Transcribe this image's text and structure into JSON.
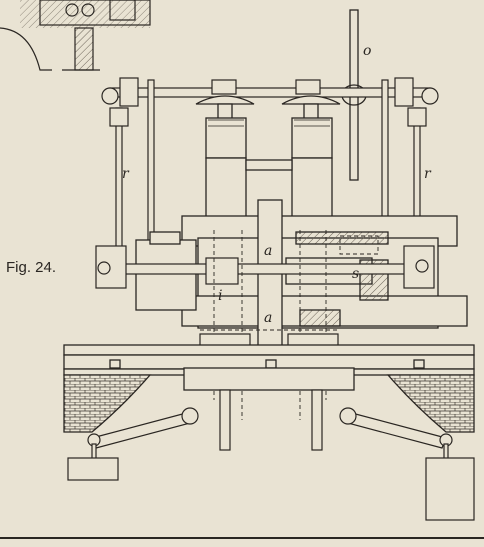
{
  "figure": {
    "caption": "Fig. 24."
  },
  "part_labels": {
    "o": "o",
    "r_left": "r",
    "r_right": "r",
    "a_upper": "a",
    "a_lower": "a",
    "i": "i",
    "s": "s"
  },
  "colors": {
    "paper": "#e9e3d3",
    "ink": "#2a2622",
    "hatch": "#6b6358"
  }
}
